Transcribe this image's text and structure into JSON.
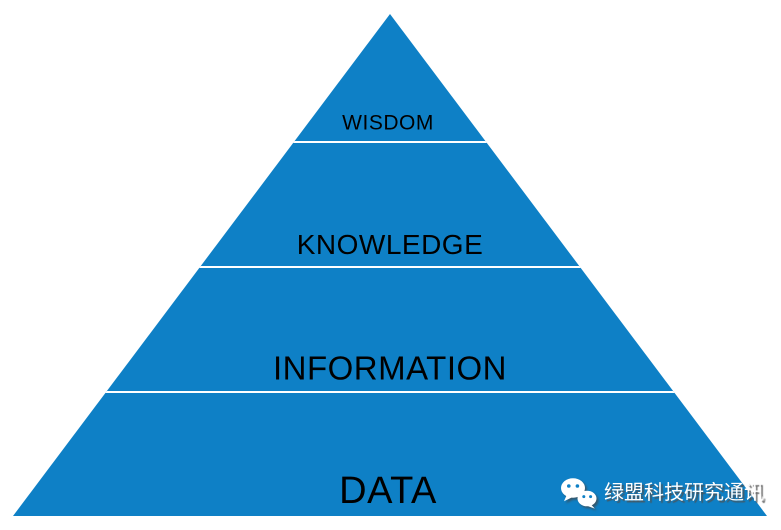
{
  "colors": {
    "pyramid_blue": "#0E80C6",
    "divider_white": "#FFFFFF",
    "label_black": "#000000",
    "background_white": "#FFFFFF",
    "watermark_white": "#FFFFFF"
  },
  "pyramid": {
    "type": "dikw-pyramid",
    "levels": [
      {
        "label": "WISDOM"
      },
      {
        "label": "KNOWLEDGE"
      },
      {
        "label": "INFORMATION"
      },
      {
        "label": "DATA"
      }
    ]
  },
  "watermark": {
    "icon": "wechat-icon",
    "text": "绿盟科技研究通讯"
  }
}
